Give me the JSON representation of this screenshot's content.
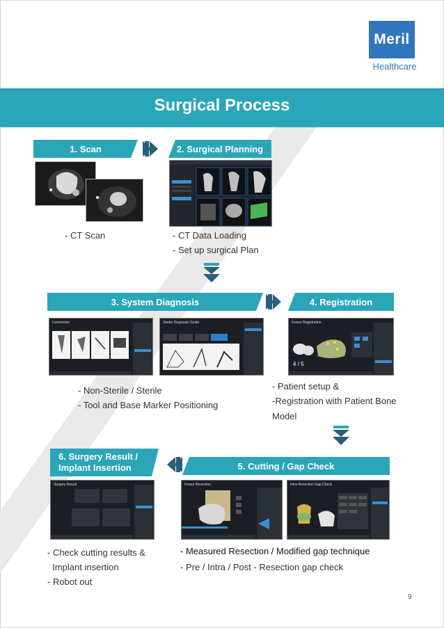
{
  "logo": {
    "name": "Meril",
    "tagline": "Healthcare",
    "brand_color": "#2f76bd"
  },
  "title": "Surgical Process",
  "accent_color": "#2aa6b8",
  "steps": [
    {
      "label": "1. Scan",
      "captions": [
        "- CT Scan"
      ]
    },
    {
      "label": "2. Surgical Planning",
      "captions": [
        "-  CT Data Loading",
        "- Set up surgical Plan"
      ]
    },
    {
      "label": "3. System Diagnosis",
      "captions": [
        "- Non-Sterile / Sterile",
        "- Tool and Base Marker Positioning"
      ]
    },
    {
      "label": "4. Registration",
      "captions": [
        "- Patient setup &",
        "-Registration with Patient Bone",
        " Model"
      ]
    },
    {
      "label": "5. Cutting / Gap Check",
      "captions": [
        "- Measured Resection / Modified gap technique",
        "- Pre / Intra / Post - Resection gap check"
      ]
    },
    {
      "label_line1": "6. Surgery Result  /",
      "label_line2": "Implant Insertion",
      "captions": [
        "- Check cutting results &",
        "  Implant insertion",
        "- Robot out"
      ]
    }
  ],
  "screens": {
    "connection": "Connection",
    "diagnosis": "Sterile Diagnosis Guide",
    "registration": "Femur Registration",
    "resection": "Femur Resection",
    "gap_check": "Intra-Resection Gap Check",
    "result": "Surgery Result",
    "reg_counter": "4 / 5"
  },
  "page_number": "9"
}
